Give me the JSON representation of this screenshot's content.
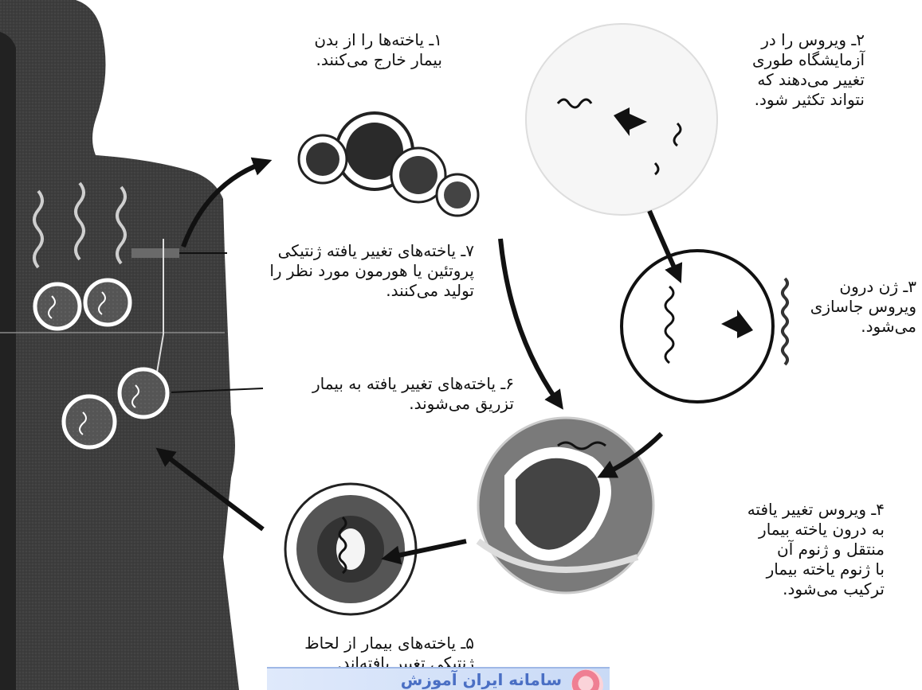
{
  "steps": {
    "step1": [
      "۱ـ یاخته‌ها را از بدن",
      "بیمار خارج می‌کنند."
    ],
    "step2": [
      "۲ـ ویروس را در",
      "آزمایشگاه طوری",
      "تغییر می‌دهند که",
      "نتواند تکثیر شود."
    ],
    "step3": [
      "۳ـ ژن درون",
      "ویروس جاسازی",
      "می‌شود."
    ],
    "step4": [
      "۴ـ ویروس تغییر یافته",
      "به درون یاخته بیمار",
      "منتقل و ژنوم آن",
      "با ژنوم یاخته بیمار",
      "ترکیب می‌شود."
    ],
    "step5": [
      "۵ـ یاخته‌های بیمار از لحاظ",
      "ژنتیکی تغییر یافته‌اند."
    ],
    "step6": [
      "۶ـ یاخته‌های تغییر یافته به بیمار",
      "تزریق می‌شوند."
    ],
    "step7": [
      "۷ـ یاخته‌های تغییر یافته ژنتیکی",
      "پروتئین یا هورمون مورد نظر را",
      "تولید می‌کنند."
    ]
  },
  "watermark": {
    "text": "سامانه ایران آموزش"
  },
  "colors": {
    "ink": "#111111",
    "silhouette": "#3a3a3a",
    "cell_dark": "#4a4a4a",
    "cell_ring": "#ffffff"
  }
}
